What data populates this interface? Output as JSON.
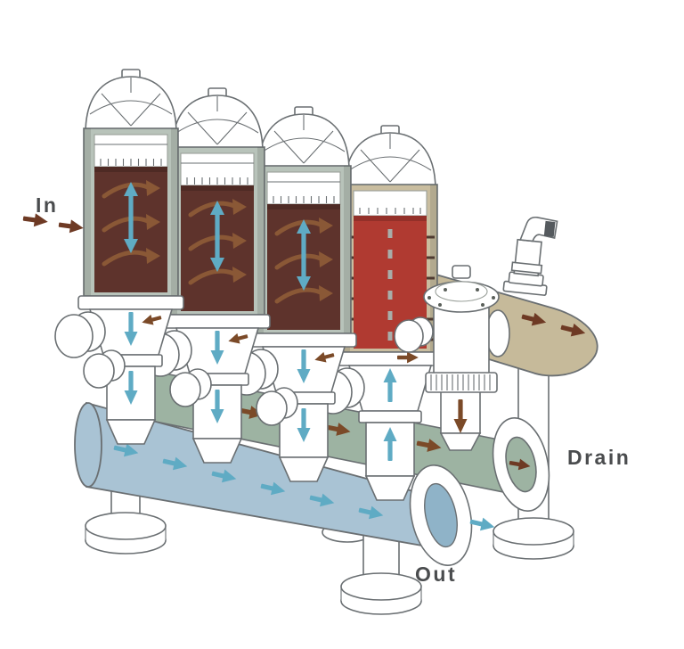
{
  "labels": {
    "inlet": "In",
    "drain": "Drain",
    "outlet": "Out"
  },
  "colors": {
    "shell_green": "#b8c3ba",
    "shell_tan": "#c9bd9f",
    "core_brown": "#5e332c",
    "core_red": "#b03a31",
    "pipe_blue": "#a9c3d4",
    "pipe_blue_deep": "#8fb3c8",
    "manifold_green": "#9db3a2",
    "pipe_tan": "#c6ba9a",
    "flow_cyan": "#5fabc4",
    "flow_brown": "#7b4a28",
    "flow_dark": "#6e3a24",
    "spiral_brown": "#8a5836",
    "line_gray": "#6a6f72",
    "label_gray": "#4a4c4e"
  }
}
